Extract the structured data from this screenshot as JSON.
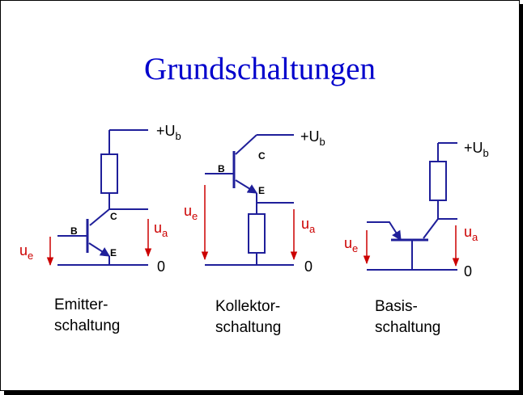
{
  "title": "Grundschaltungen",
  "colors": {
    "title": "#0000cc",
    "wire": "#1f1f9a",
    "signal": "#cc0000",
    "text": "#000000"
  },
  "labels": {
    "supply_plus": "+U",
    "supply_sub": "b",
    "ground": "0",
    "input_main": "u",
    "input_sub": "e",
    "output_main": "u",
    "output_sub": "a",
    "base": "B",
    "collector": "C",
    "emitter": "E"
  },
  "circuits": [
    {
      "caption_line1": "Emitter-",
      "caption_line2": "schaltung"
    },
    {
      "caption_line1": "Kollektor-",
      "caption_line2": "schaltung"
    },
    {
      "caption_line1": "Basis-",
      "caption_line2": "schaltung"
    }
  ]
}
